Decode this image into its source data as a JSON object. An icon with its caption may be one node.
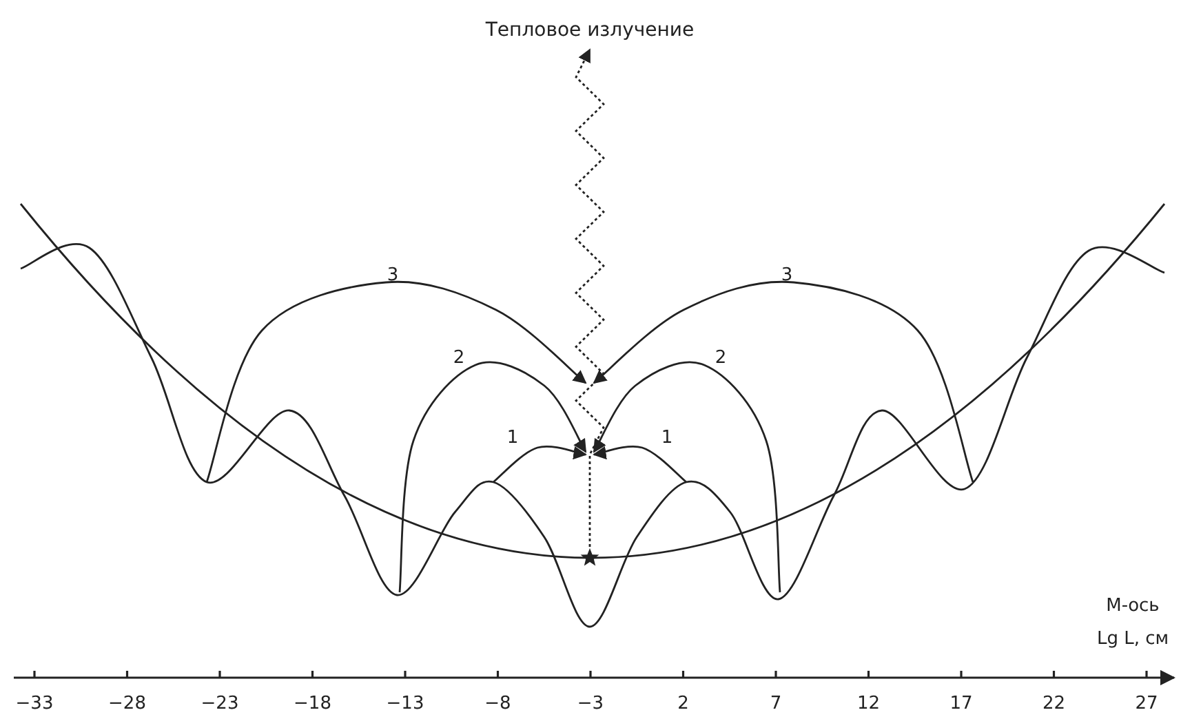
{
  "diagram": {
    "nodes": [
      {
        "text": [
          "Тепловое излучение"
        ]
      },
      {
        "text": [],
        "shape": "star"
      }
    ],
    "edges": [
      {
        "from": 1,
        "to": 0,
        "arrow": "to",
        "style": "dashed"
      }
    ],
    "labels": [
      "3",
      "3",
      "2",
      "2",
      "1",
      "1",
      "M-ось",
      "Lg L, см",
      "−33",
      "−28",
      "−23",
      "−18",
      "−13",
      "−8",
      "−3",
      "2",
      "7",
      "12",
      "17",
      "22",
      "27"
    ]
  }
}
